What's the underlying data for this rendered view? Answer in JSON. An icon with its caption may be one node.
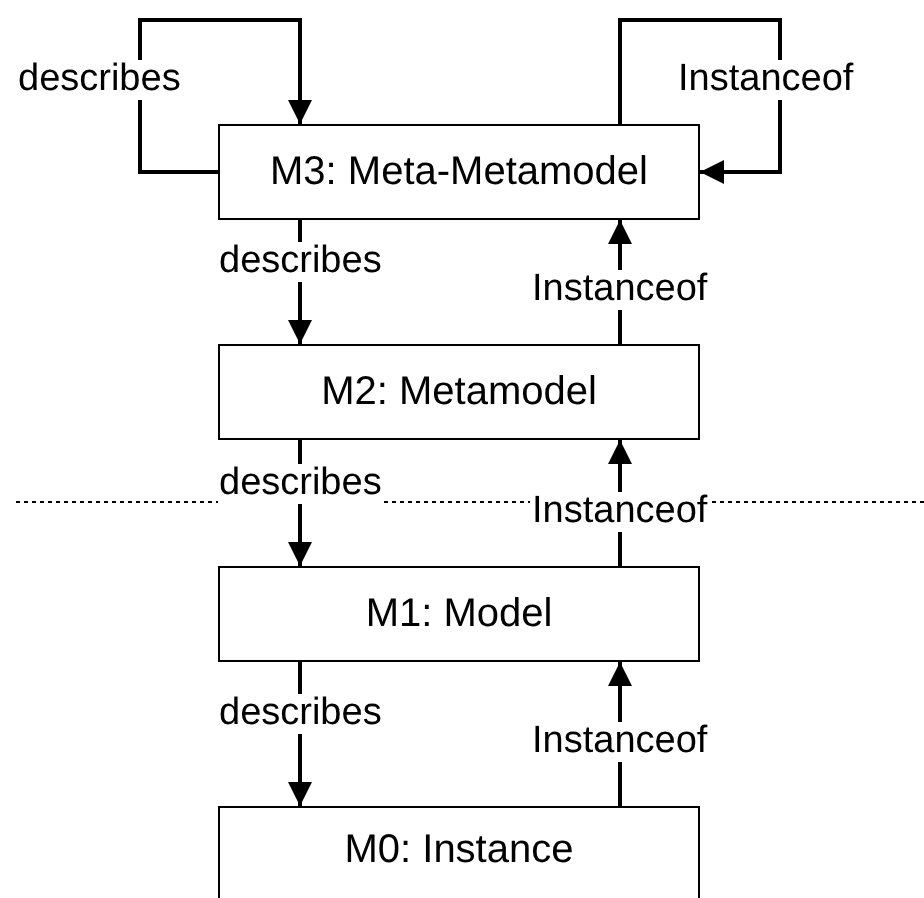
{
  "diagram": {
    "nodes": [
      {
        "text": [
          "M3: Meta-Metamodel"
        ]
      },
      {
        "text": [
          "M2: Metamodel"
        ]
      },
      {
        "text": [
          "M1: Model"
        ]
      },
      {
        "text": [
          "M0: Instance"
        ]
      }
    ],
    "edges": [
      {
        "from": 0,
        "to": 0,
        "arrow": "to",
        "label": "describes"
      },
      {
        "from": 0,
        "to": 0,
        "arrow": "to",
        "label": "Instanceof"
      },
      {
        "from": 0,
        "to": 1,
        "arrow": "to",
        "label": "describes"
      },
      {
        "from": 1,
        "to": 0,
        "arrow": "to",
        "label": "Instanceof"
      },
      {
        "from": 1,
        "to": 2,
        "arrow": "to",
        "label": "describes"
      },
      {
        "from": 2,
        "to": 1,
        "arrow": "to",
        "label": "Instanceof"
      },
      {
        "from": 2,
        "to": 3,
        "arrow": "to",
        "label": "describes"
      },
      {
        "from": 3,
        "to": 2,
        "arrow": "to",
        "label": "Instanceof"
      }
    ]
  }
}
